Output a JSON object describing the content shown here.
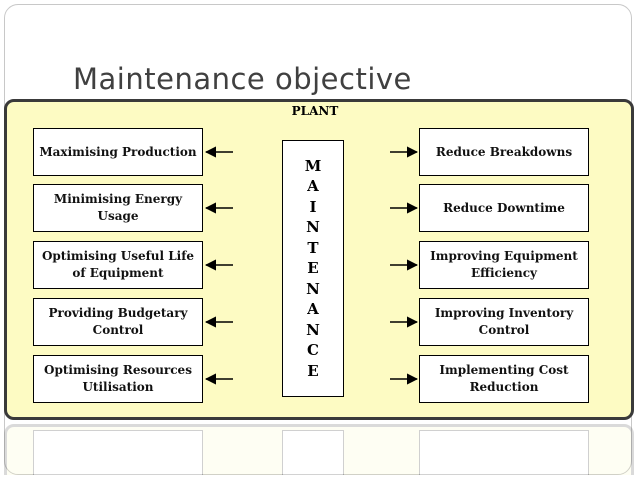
{
  "slide": {
    "title": "Maintenance objective"
  },
  "diagram": {
    "container_label": "PLANT",
    "center_letters": [
      "M",
      "A",
      "I",
      "N",
      "T",
      "E",
      "N",
      "A",
      "N",
      "C",
      "E"
    ],
    "left_objectives": [
      "Maximising Production",
      "Minimising Energy Usage",
      "Optimising Useful Life of Equipment",
      "Providing Budgetary Control",
      "Optimising Resources Utilisation"
    ],
    "right_objectives": [
      "Reduce Breakdowns",
      "Reduce Downtime",
      "Improving Equipment Efficiency",
      "Improving Inventory Control",
      "Implementing Cost Reduction"
    ],
    "colors": {
      "panel_fill": "#fdfbc3",
      "panel_border": "#3a3a3a",
      "box_fill": "#ffffff",
      "arrow": "#000000"
    }
  }
}
